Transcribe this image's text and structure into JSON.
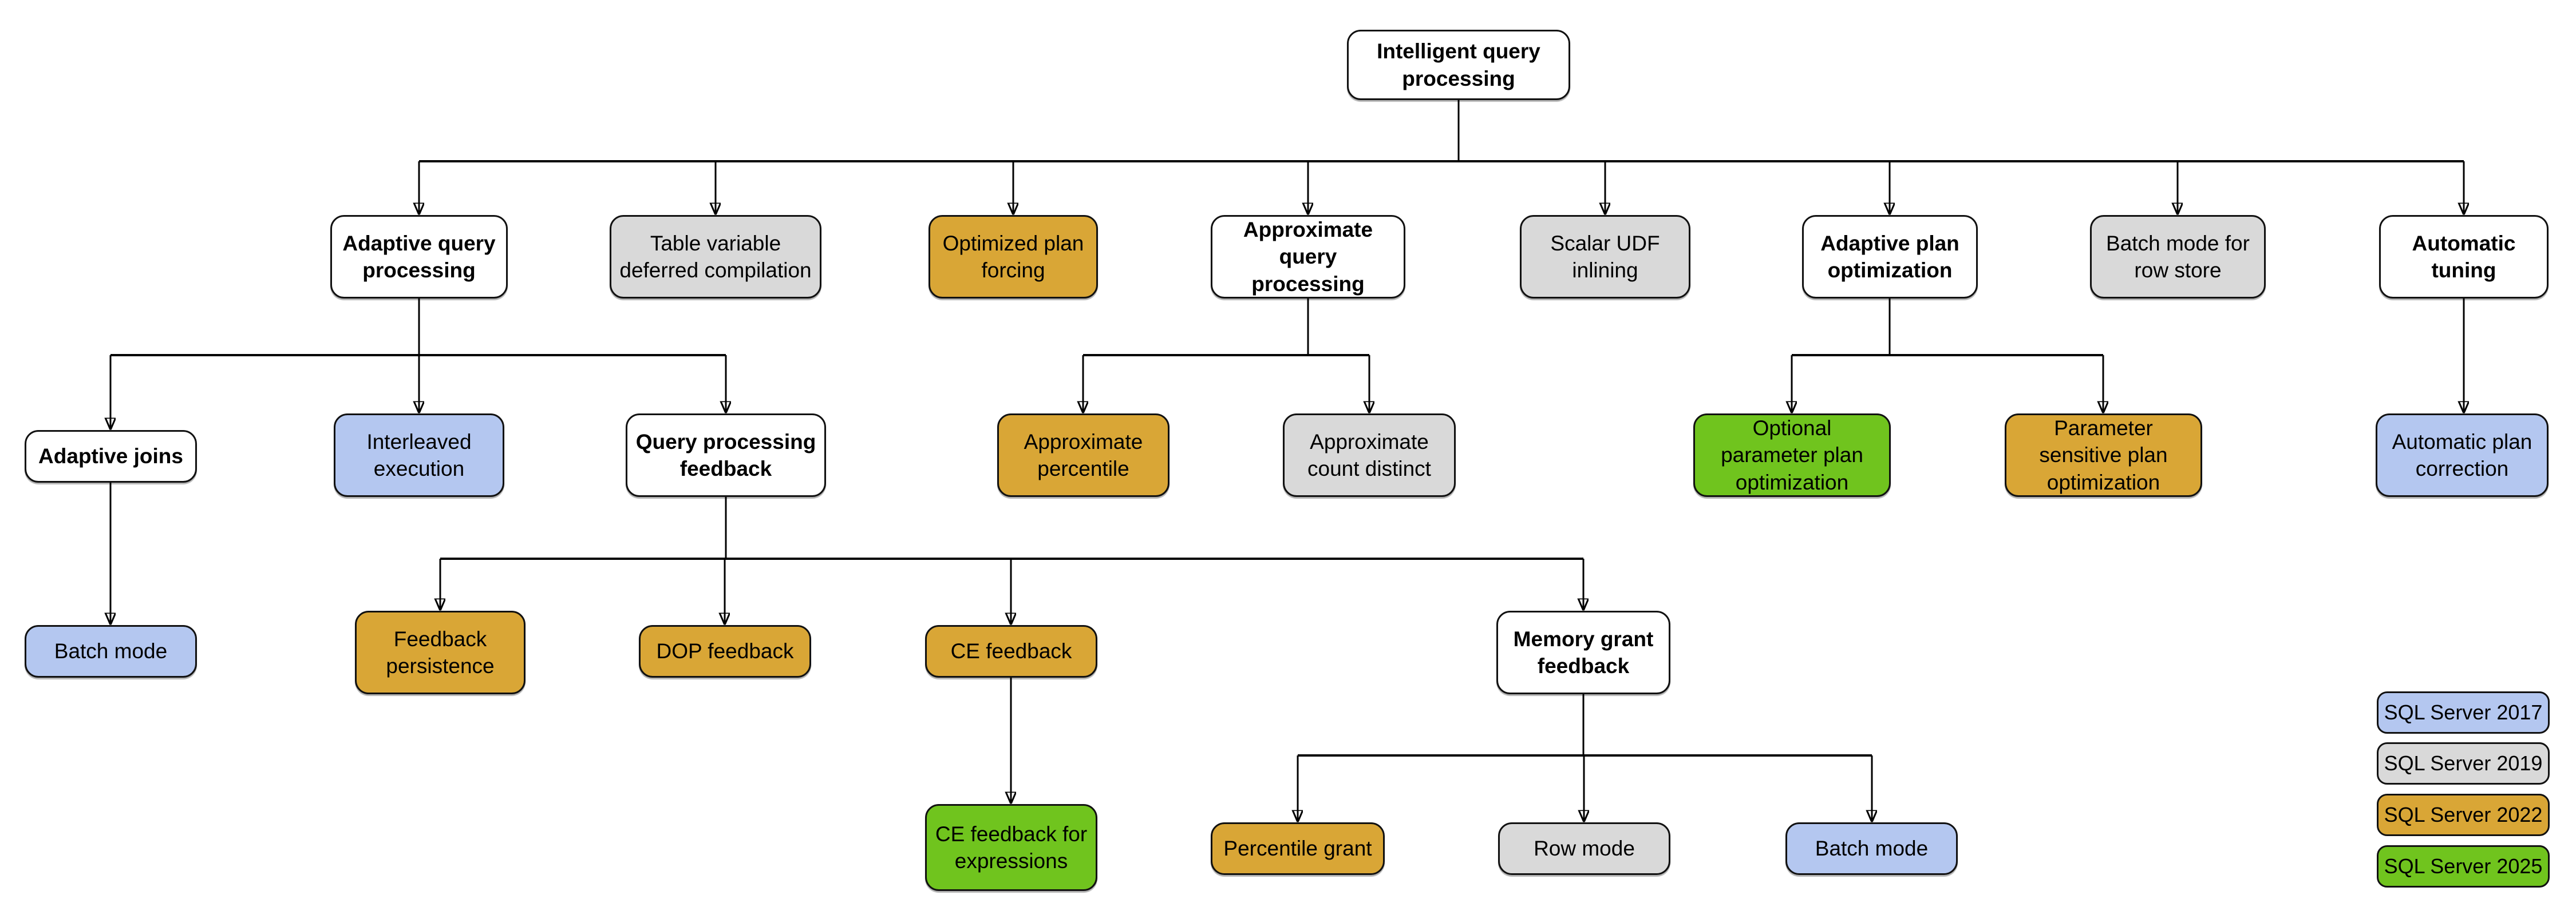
{
  "diagram_title": "Intelligent query processing",
  "palette": {
    "white": "#FFFFFF",
    "gray": "#D9D9D9",
    "gold": "#D9A636",
    "blue": "#B4C7F0",
    "green": "#70C41E"
  },
  "nodes": [
    {
      "id": "intelligent-query-processing",
      "label": "Intelligent query processing",
      "fill": "white"
    },
    {
      "id": "adaptive-query-processing",
      "label": "Adaptive query processing",
      "fill": "white"
    },
    {
      "id": "table-variable-deferred-compilation",
      "label": "Table variable deferred compilation",
      "fill": "gray"
    },
    {
      "id": "optimized-plan-forcing",
      "label": "Optimized plan forcing",
      "fill": "gold"
    },
    {
      "id": "approximate-query-processing",
      "label": "Approximate query processing",
      "fill": "white"
    },
    {
      "id": "scalar-udf-inlining",
      "label": "Scalar UDF inlining",
      "fill": "gray"
    },
    {
      "id": "adaptive-plan-optimization",
      "label": "Adaptive plan optimization",
      "fill": "white"
    },
    {
      "id": "batch-mode-for-row-store",
      "label": "Batch mode for row store",
      "fill": "gray"
    },
    {
      "id": "automatic-tuning",
      "label": "Automatic tuning",
      "fill": "white"
    },
    {
      "id": "adaptive-joins",
      "label": "Adaptive joins",
      "fill": "white"
    },
    {
      "id": "interleaved-execution",
      "label": "Interleaved execution",
      "fill": "blue"
    },
    {
      "id": "query-processing-feedback",
      "label": "Query processing feedback",
      "fill": "white"
    },
    {
      "id": "approximate-percentile",
      "label": "Approximate percentile",
      "fill": "gold"
    },
    {
      "id": "approximate-count-distinct",
      "label": "Approximate count distinct",
      "fill": "gray"
    },
    {
      "id": "optional-parameter-plan-optimization",
      "label": "Optional parameter plan optimization",
      "fill": "green"
    },
    {
      "id": "parameter-sensitive-plan-optimization",
      "label": "Parameter sensitive plan optimization",
      "fill": "gold"
    },
    {
      "id": "automatic-plan-correction",
      "label": "Automatic plan correction",
      "fill": "blue"
    },
    {
      "id": "batch-mode-under-adaptive-joins",
      "label": "Batch mode",
      "fill": "blue"
    },
    {
      "id": "feedback-persistence",
      "label": "Feedback persistence",
      "fill": "gold"
    },
    {
      "id": "dop-feedback",
      "label": "DOP feedback",
      "fill": "gold"
    },
    {
      "id": "ce-feedback",
      "label": "CE feedback",
      "fill": "gold"
    },
    {
      "id": "memory-grant-feedback",
      "label": "Memory grant feedback",
      "fill": "white"
    },
    {
      "id": "ce-feedback-for-expressions",
      "label": "CE feedback for expressions",
      "fill": "green"
    },
    {
      "id": "percentile-grant",
      "label": "Percentile grant",
      "fill": "gold"
    },
    {
      "id": "row-mode",
      "label": "Row mode",
      "fill": "gray"
    },
    {
      "id": "batch-mode-under-memory-grant",
      "label": "Batch mode",
      "fill": "blue"
    }
  ],
  "edges": [
    {
      "from": "intelligent-query-processing",
      "to": "adaptive-query-processing"
    },
    {
      "from": "intelligent-query-processing",
      "to": "table-variable-deferred-compilation"
    },
    {
      "from": "intelligent-query-processing",
      "to": "optimized-plan-forcing"
    },
    {
      "from": "intelligent-query-processing",
      "to": "approximate-query-processing"
    },
    {
      "from": "intelligent-query-processing",
      "to": "scalar-udf-inlining"
    },
    {
      "from": "intelligent-query-processing",
      "to": "adaptive-plan-optimization"
    },
    {
      "from": "intelligent-query-processing",
      "to": "batch-mode-for-row-store"
    },
    {
      "from": "intelligent-query-processing",
      "to": "automatic-tuning"
    },
    {
      "from": "adaptive-query-processing",
      "to": "adaptive-joins"
    },
    {
      "from": "adaptive-query-processing",
      "to": "interleaved-execution"
    },
    {
      "from": "adaptive-query-processing",
      "to": "query-processing-feedback"
    },
    {
      "from": "approximate-query-processing",
      "to": "approximate-percentile"
    },
    {
      "from": "approximate-query-processing",
      "to": "approximate-count-distinct"
    },
    {
      "from": "adaptive-plan-optimization",
      "to": "optional-parameter-plan-optimization"
    },
    {
      "from": "adaptive-plan-optimization",
      "to": "parameter-sensitive-plan-optimization"
    },
    {
      "from": "automatic-tuning",
      "to": "automatic-plan-correction"
    },
    {
      "from": "adaptive-joins",
      "to": "batch-mode-under-adaptive-joins"
    },
    {
      "from": "query-processing-feedback",
      "to": "feedback-persistence"
    },
    {
      "from": "query-processing-feedback",
      "to": "dop-feedback"
    },
    {
      "from": "query-processing-feedback",
      "to": "ce-feedback"
    },
    {
      "from": "query-processing-feedback",
      "to": "memory-grant-feedback"
    },
    {
      "from": "ce-feedback",
      "to": "ce-feedback-for-expressions"
    },
    {
      "from": "memory-grant-feedback",
      "to": "percentile-grant"
    },
    {
      "from": "memory-grant-feedback",
      "to": "row-mode"
    },
    {
      "from": "memory-grant-feedback",
      "to": "batch-mode-under-memory-grant"
    }
  ],
  "legend": {
    "items": [
      {
        "label": "SQL Server 2017",
        "fill": "blue",
        "color": "#B4C7F0"
      },
      {
        "label": "SQL Server 2019",
        "fill": "gray",
        "color": "#D9D9D9"
      },
      {
        "label": "SQL Server 2022",
        "fill": "gold",
        "color": "#D9A636"
      },
      {
        "label": "SQL Server 2025",
        "fill": "green",
        "color": "#70C41E"
      }
    ]
  }
}
